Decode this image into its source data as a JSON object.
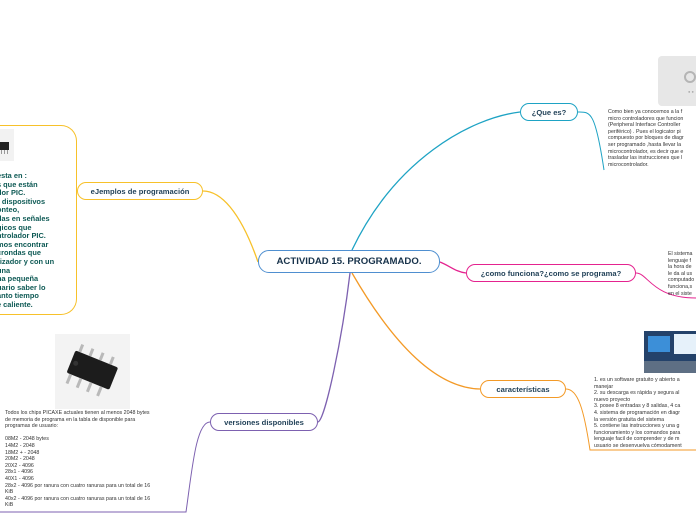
{
  "colors": {
    "center_border": "#4f8fd0",
    "que_es": "#1ea3c4",
    "como_funciona": "#e4238f",
    "caracteristicas": "#f39a27",
    "versiones": "#7d61b0",
    "ejemplos": "#f7c12a"
  },
  "central": {
    "title": "ACTIVIDAD 15. PROGRAMADO."
  },
  "branches": {
    "que_es": {
      "label": "¿Que es?",
      "image_icon": "camera-icon",
      "text": "Como bien ya conocemos a la f\nmicro controladores que funcion\n(Peripheral Interface Controller\nperiférico) . Pues el logicator pi\ncompuesto por bloques de diagr\nser programado ,hasta llevar la\nmicrocontrolador, es decir que e\ntrasladar las instrucciones que l\nmicrocontrolador."
    },
    "como_funciona": {
      "label": "¿como funciona?¿como se programa?",
      "text": "El sistema\nlenguaje f\nla hora de\nle da al us\ncomputado\nfunciona,s\nen el siste"
    },
    "caracteristicas": {
      "label": "características",
      "image_icon": "computer-lab-photo",
      "text": "1. es un software gratuito y abierto a\nmanejar\n2. su descarga es rápida y segura al\nnuevo proyecto\n3. posee 8 entradas y 8 salidas, 4 ca\n4. sistema de programación en diagr\nla versión gratuita del sistema\n5. contiene las instrucciones y una g\nfuncionamiento y los comandos para\nlenguaje facil de comprender y de m\nusuario se desenvuelva cómodament"
    },
    "versiones": {
      "label": "versiones disponibles",
      "image_icon": "pic-chip-photo",
      "text": "Todos los chips PICAXE actuales tienen al menos 2048 bytes\nde memoria de programa en la tabla de disponible para\nprogramas de usuario:\n\n08M2 - 2048 bytes\n14M2 - 2048\n18M2 + - 2048\n20M2 - 2048\n20X2 - 4096\n28x1 - 4096\n40X1 - 4096\n28x2 - 4096 por ranura con cuatro ranuras para un total de 16\nKiB\n40x2 - 4096 por ranura con cuatro ranuras para un total de 16\nKiB"
    },
    "ejemplos": {
      "label": "eJemplos de programación",
      "image_icon": "chip-icon",
      "text": "esta en :\ns que están\ndor PIC.\nr dispositivos\nonteo,\ndas en señales\ngicos que\nntrolador PIC.\nmos encontrar\ncrondas que\nrizador y con un\nuna\nna pequeña\nuario saber lo\nanto tiempo\ne caliente."
    }
  }
}
